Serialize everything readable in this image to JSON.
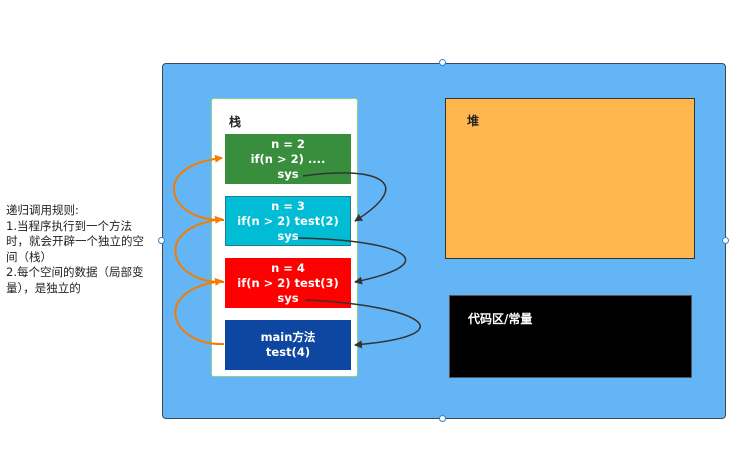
{
  "stack": {
    "title": "栈",
    "frames": [
      {
        "lines": [
          "n = 2",
          "if(n > 2) ....",
          "sys"
        ],
        "color": "#388e3c"
      },
      {
        "lines": [
          "n = 3",
          "if(n > 2) test(2)",
          "sys"
        ],
        "color": "#00bcd4"
      },
      {
        "lines": [
          "n = 4",
          "if(n > 2) test(3)",
          "sys"
        ],
        "color": "#ff0000"
      },
      {
        "lines": [
          "main方法",
          "test(4)"
        ],
        "color": "#0d47a1"
      }
    ]
  },
  "heap": {
    "title": "堆",
    "color": "#ffb74d"
  },
  "constant_area": {
    "title": "代码区/常量",
    "color": "#000000"
  },
  "rules": {
    "heading": "递归调用规则:",
    "lines": [
      "1.当程序执行到一个方法时，就会开辟一个独立的空间（栈）",
      "2.每个空间的数据（局部变量），是独立的"
    ]
  },
  "colors": {
    "canvas": "#64b5f6",
    "call_arrow": "#f57c00",
    "return_arrow": "#333333"
  }
}
